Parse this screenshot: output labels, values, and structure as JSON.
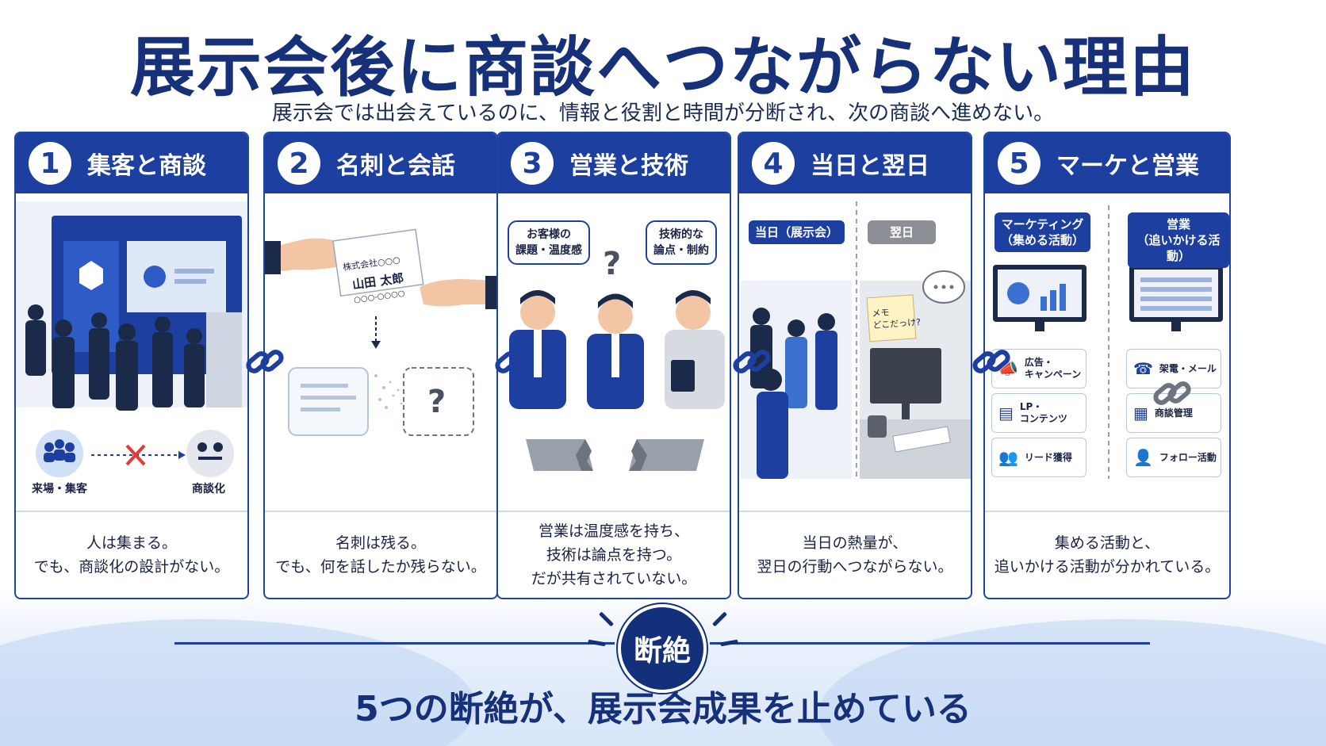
{
  "title": "展示会後に商談へつながらない理由",
  "subtitle": "展示会では出会えているのに、情報と役割と時間が分断され、次の商談へ進めない。",
  "panels": [
    {
      "number": "1",
      "title": "集客と商談",
      "labels": {
        "left": "来場・集客",
        "right": "商談化"
      },
      "caption": "人は集まる。\nでも、商談化の設計がない。"
    },
    {
      "number": "2",
      "title": "名刺と会話",
      "card": {
        "company": "株式会社○○○",
        "name": "山田 太郎",
        "contact": "○○○-○○○○"
      },
      "question": "?",
      "caption": "名刺は残る。\nでも、何を話したか残らない。"
    },
    {
      "number": "3",
      "title": "営業と技術",
      "bubble_left": "お客様の\n課題・温度感",
      "bubble_right": "技術的な\n論点・制約",
      "question": "?",
      "caption": "営業は温度感を持ち、\n技術は論点を持つ。\nだが共有されていない。"
    },
    {
      "number": "4",
      "title": "当日と翌日",
      "tag_left": "当日（展示会）",
      "tag_right": "翌日",
      "memo": "メモ\nどこだっけ?",
      "caption": "当日の熱量が、\n翌日の行動へつながらない。"
    },
    {
      "number": "5",
      "title": "マーケと営業",
      "tag_left": "マーケティング\n（集める活動）",
      "tag_right": "営業\n（追いかける活動）",
      "features_left": [
        "広告・\nキャンペーン",
        "LP・\nコンテンツ",
        "リード獲得"
      ],
      "features_right": [
        "架電・メール",
        "商談管理",
        "フォロー活動"
      ],
      "caption": "集める活動と、\n追いかける活動が分かれている。"
    }
  ],
  "cut_label": "断絶",
  "conclusion": "5つの断絶が、展示会成果を止めている",
  "colors": {
    "navy": "#1d3f9f",
    "dark_navy": "#13307a",
    "gray": "#8c8f96",
    "red": "#e53935"
  }
}
